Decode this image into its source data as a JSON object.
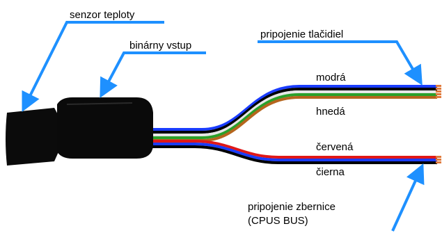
{
  "labels": {
    "temp_sensor": "senzor teploty",
    "binary_input": "binárny vstup",
    "button_connection": "pripojenie tlačidiel",
    "wire_blue": "modrá",
    "wire_brown": "hnedá",
    "wire_red": "červená",
    "wire_black": "čierna",
    "bus_connection_line1": "pripojenie zbernice",
    "bus_connection_line2": "(CPUS BUS)"
  },
  "colors": {
    "arrow": "#1e90ff",
    "housing": "#0a0a0a",
    "wire_blue": "#1a3cff",
    "wire_black": "#000000",
    "wire_white": "#e8e8e8",
    "wire_green": "#2aa02a",
    "wire_brown": "#b5651d",
    "wire_red": "#e01818",
    "copper": "#e07a3c"
  }
}
